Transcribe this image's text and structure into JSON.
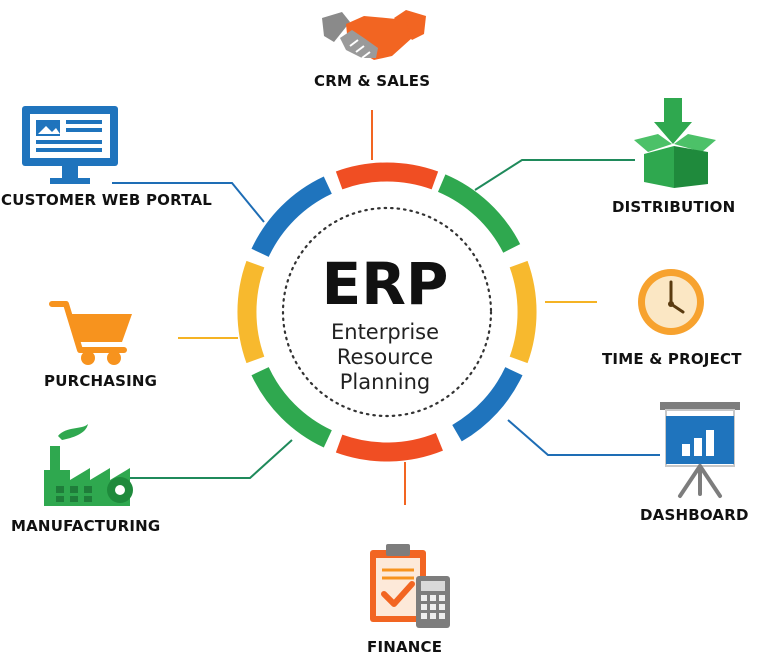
{
  "center": {
    "title": "ERP",
    "subtitle_lines": [
      "Enterprise",
      "Resource",
      "Planning"
    ]
  },
  "modules": [
    {
      "label": "CRM  & SALES",
      "icon": "handshake-icon"
    },
    {
      "label": "DISTRIBUTION",
      "icon": "package-box-icon"
    },
    {
      "label": "TIME & PROJECT",
      "icon": "clock-icon"
    },
    {
      "label": "DASHBOARD",
      "icon": "presentation-board-icon"
    },
    {
      "label": "FINANCE",
      "icon": "clipboard-calculator-icon"
    },
    {
      "label": "MANUFACTURING",
      "icon": "factory-icon"
    },
    {
      "label": "PURCHASING",
      "icon": "shopping-cart-icon"
    },
    {
      "label": "CUSTOMER WEB PORTAL",
      "icon": "monitor-icon"
    }
  ],
  "colors": {
    "red": "#f04e23",
    "green": "#2fa84f",
    "yellow": "#f7b92e",
    "blue": "#1f74bd",
    "orange": "#f7931e",
    "connector_orange": "#f26522",
    "connector_green": "#1f8a5b",
    "connector_yellow": "#f5b324",
    "connector_blue": "#1e6db5"
  }
}
